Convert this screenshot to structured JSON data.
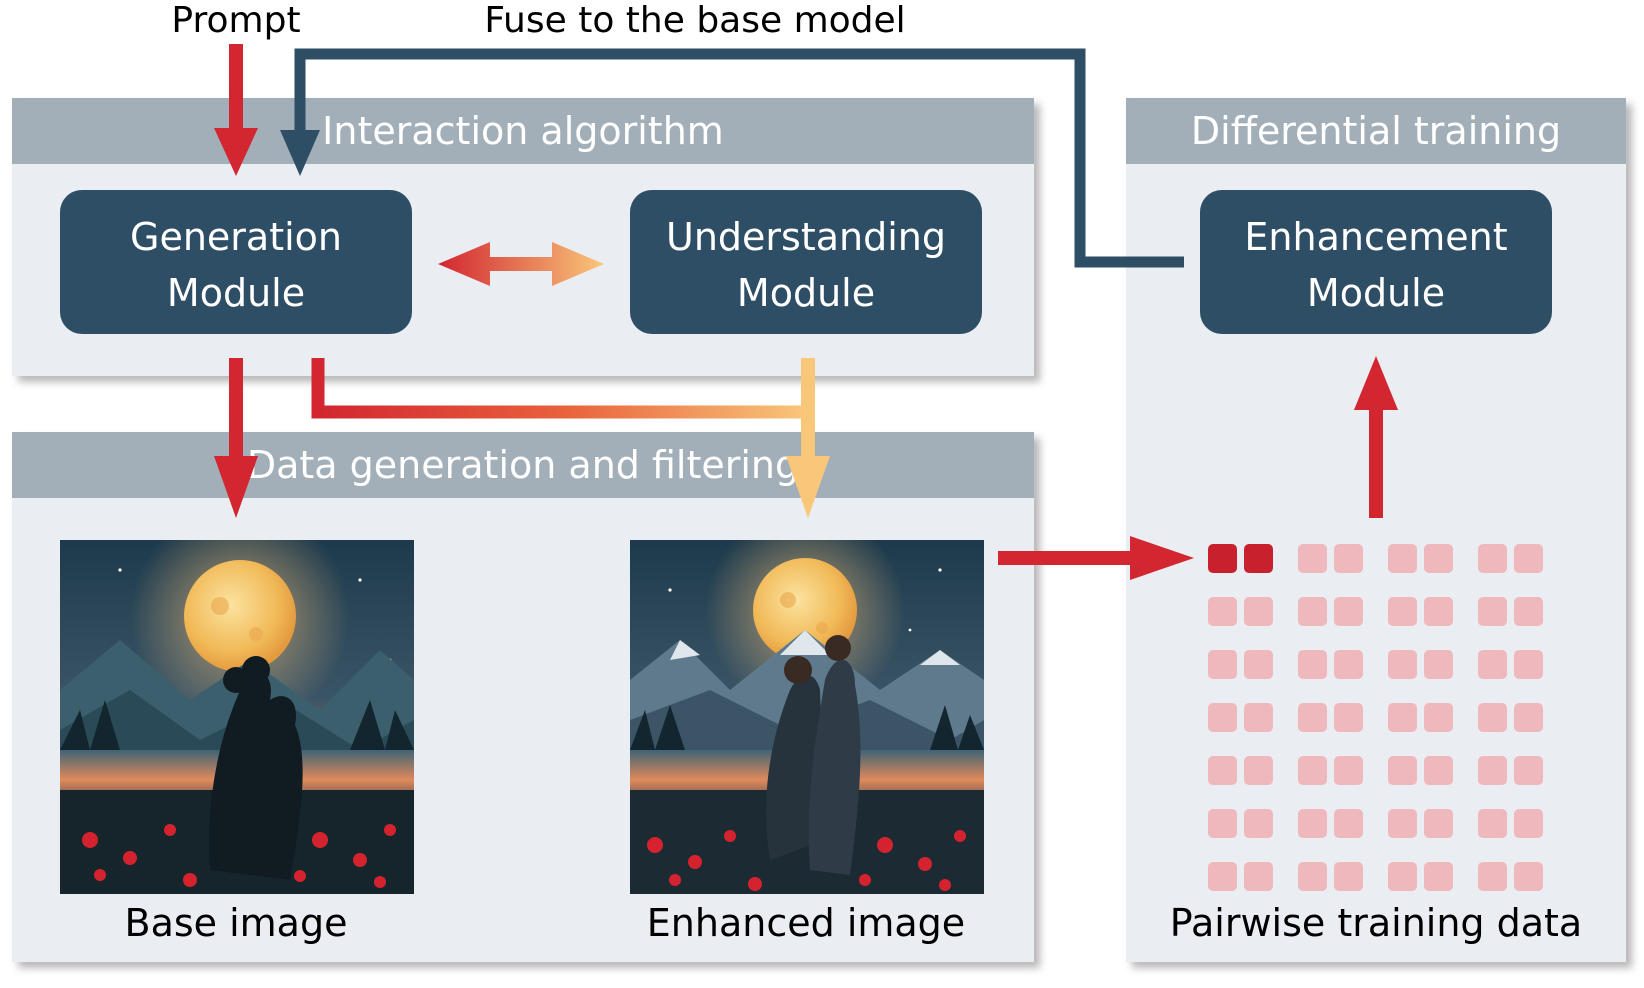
{
  "labels": {
    "prompt": "Prompt",
    "fuse": "Fuse to the base model"
  },
  "panels": {
    "interaction": {
      "title": "Interaction algorithm"
    },
    "data_generation": {
      "title": "Data generation and filtering"
    },
    "differential": {
      "title": "Differential training"
    }
  },
  "modules": {
    "generation": {
      "line1": "Generation",
      "line2": "Module"
    },
    "understanding": {
      "line1": "Understanding",
      "line2": "Module"
    },
    "enhancement": {
      "line1": "Enhancement",
      "line2": "Module"
    }
  },
  "captions": {
    "base_image": "Base image",
    "enhanced_image": "Enhanced image",
    "pairwise": "Pairwise training data"
  },
  "grid": {
    "rows": 7,
    "pair_columns": 4,
    "highlighted_pairs": 1
  },
  "colors": {
    "panel_bg": "#eaedf2",
    "panel_header": "#a3afb8",
    "module_fill": "#2e4e66",
    "red_arrow": "#d22630",
    "yellow_arrow": "#f9c77a",
    "dark_arrow": "#2e4e66",
    "grid_highlight": "#c8202c",
    "grid_light": "#efb8bc"
  }
}
